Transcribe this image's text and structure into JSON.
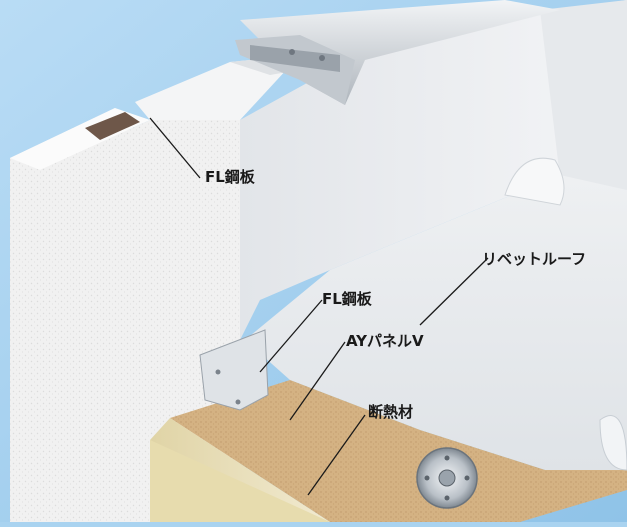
{
  "callouts": {
    "fl_steel_top": "FL鋼板",
    "rivet_roof": "リベットルーフ",
    "fl_steel_bottom": "FL鋼板",
    "ay_panel": "AYパネルV",
    "insulation": "断熱材"
  },
  "colors": {
    "sky": "#a9d3f0",
    "wall": "#f3f3f3",
    "membrane": "#e9ecef",
    "metal": "#cfd5db",
    "panel": "#d8b98a",
    "insulation": "#e8dfb8"
  }
}
